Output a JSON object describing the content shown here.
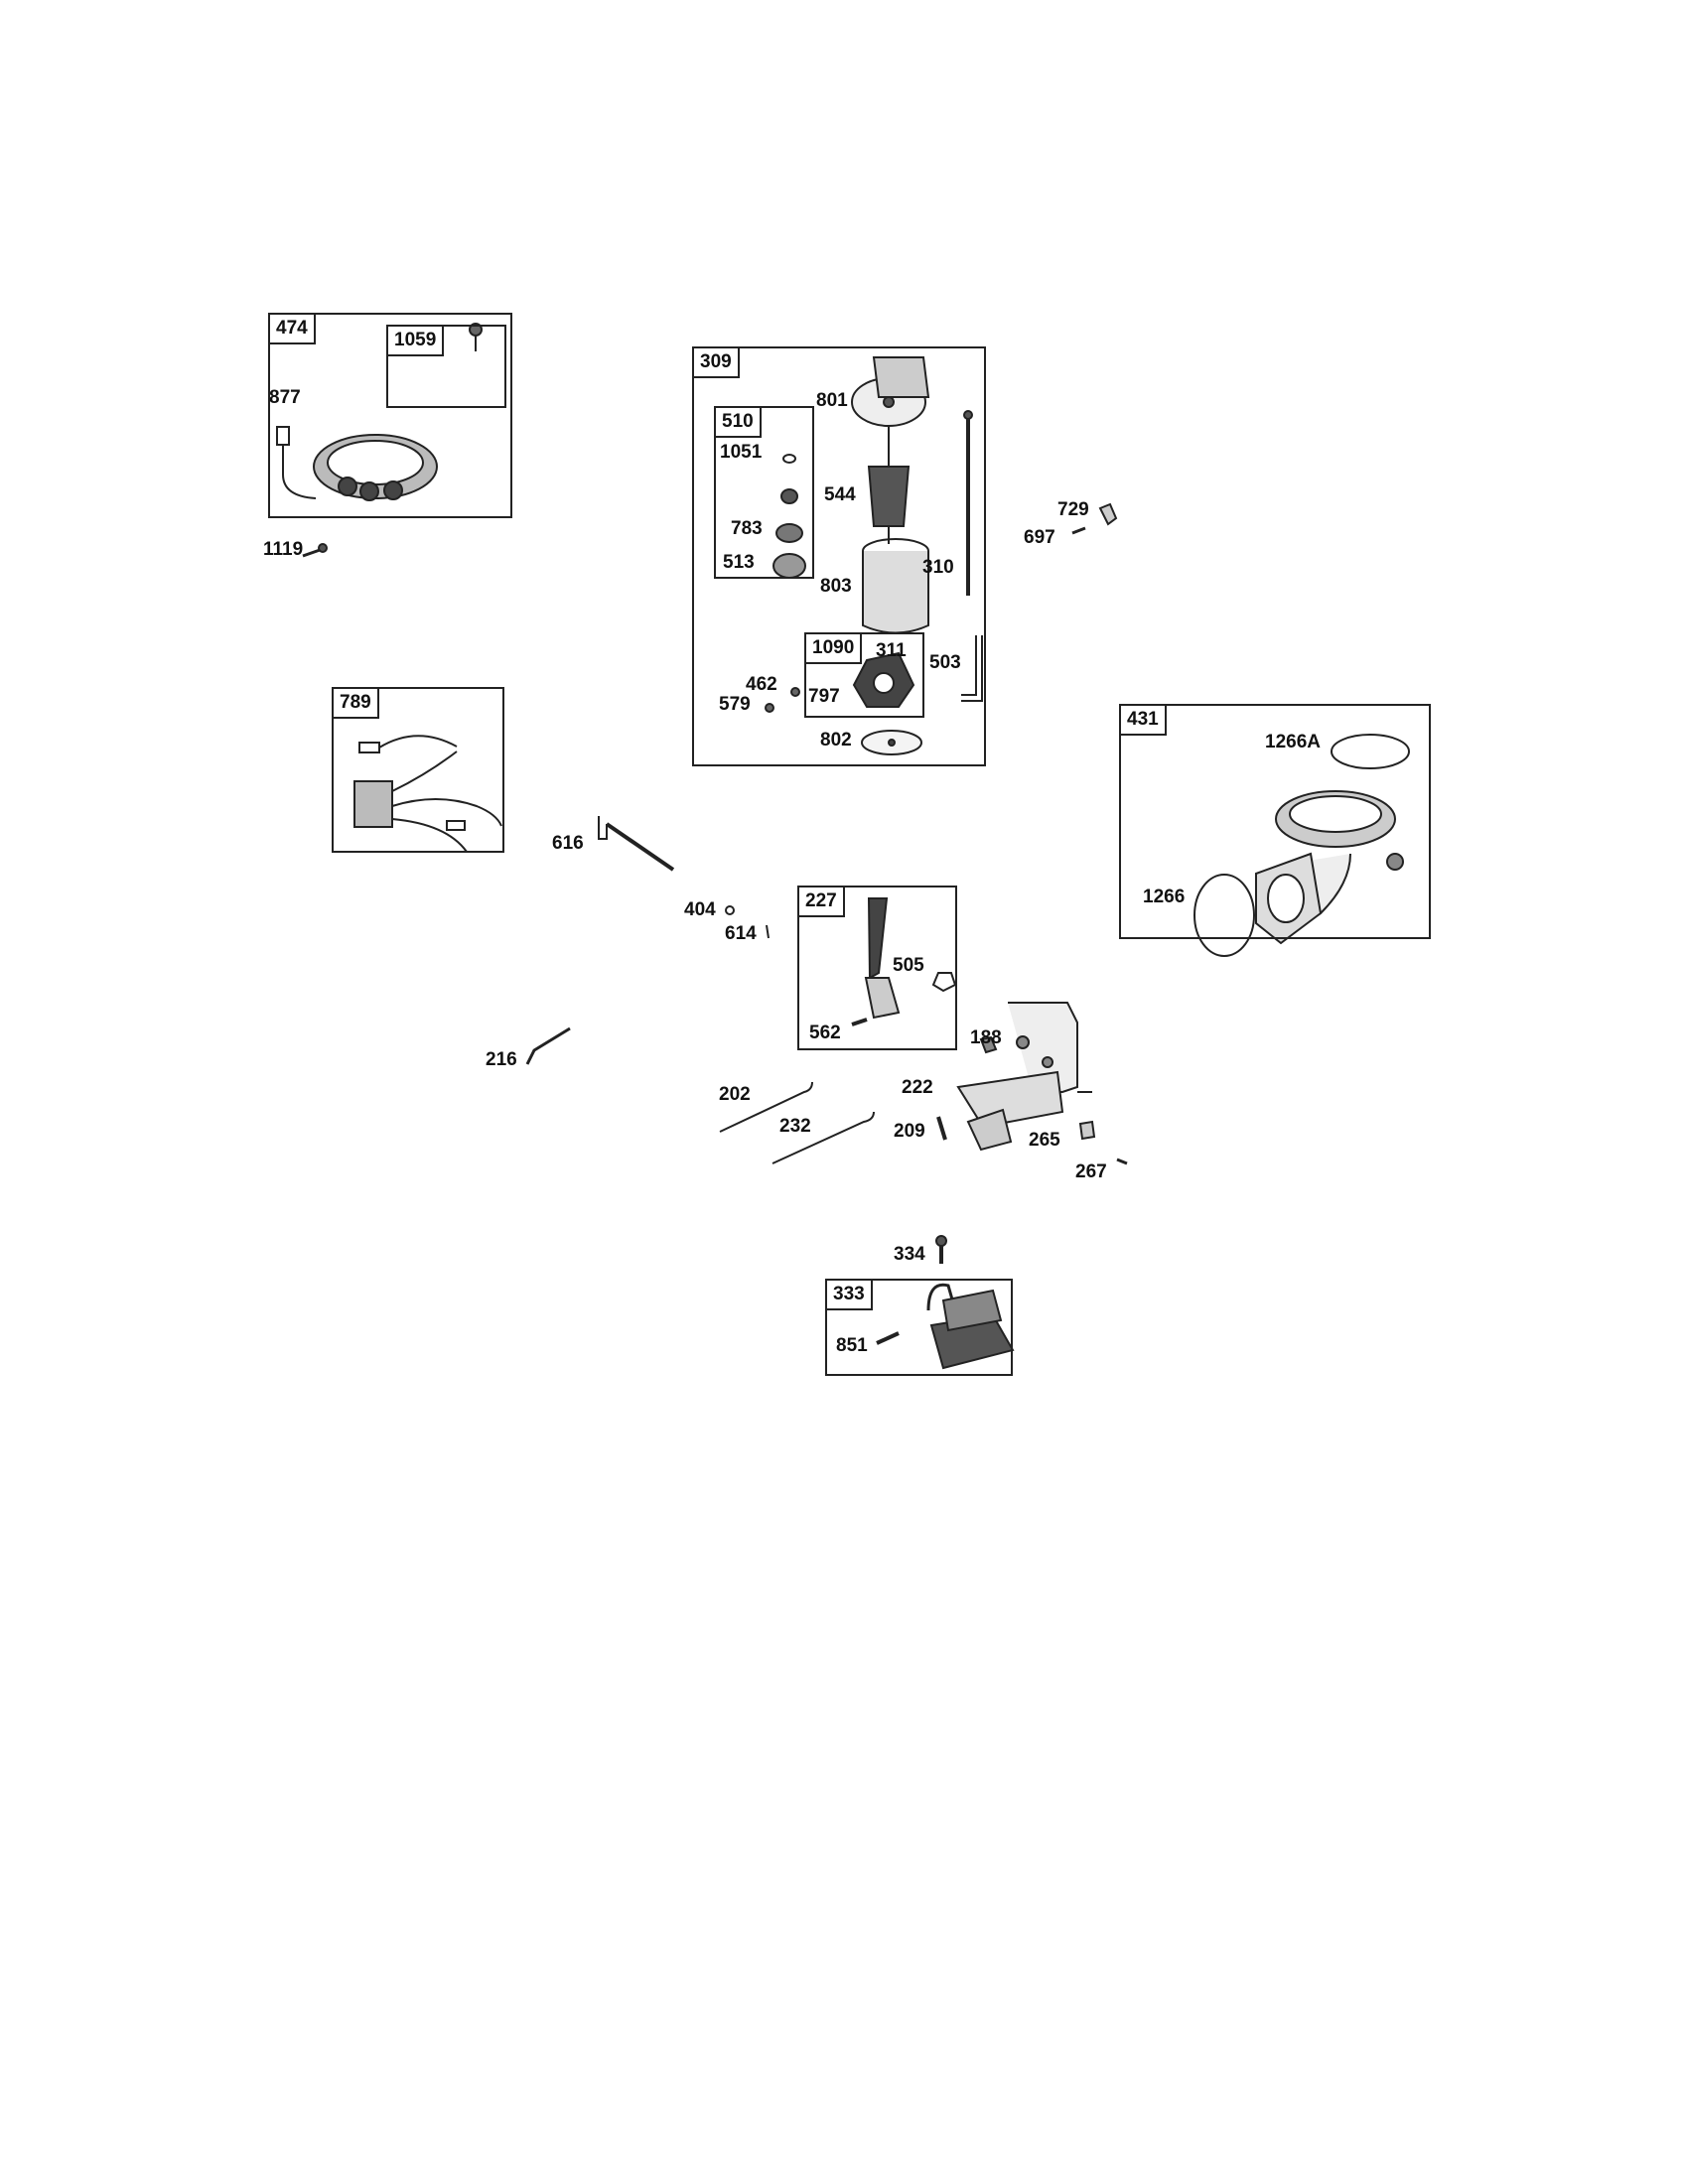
{
  "groups": {
    "g474": "474",
    "g1059": "1059",
    "g309": "309",
    "g510": "510",
    "g1090": "1090",
    "g789": "789",
    "g431": "431",
    "g227": "227",
    "g333": "333"
  },
  "parts": {
    "p877": "877",
    "p1119": "1119",
    "p801": "801",
    "p1051": "1051",
    "p544": "544",
    "p783": "783",
    "p513": "513",
    "p803": "803",
    "p310": "310",
    "p729": "729",
    "p697": "697",
    "p462": "462",
    "p579": "579",
    "p311": "311",
    "p797": "797",
    "p503": "503",
    "p802": "802",
    "p1266A": "1266A",
    "p1266": "1266",
    "p616": "616",
    "p404": "404",
    "p614": "614",
    "p505": "505",
    "p562": "562",
    "p188": "188",
    "p216": "216",
    "p202": "202",
    "p222": "222",
    "p232": "232",
    "p209": "209",
    "p265": "265",
    "p267": "267",
    "p334": "334",
    "p851": "851"
  }
}
